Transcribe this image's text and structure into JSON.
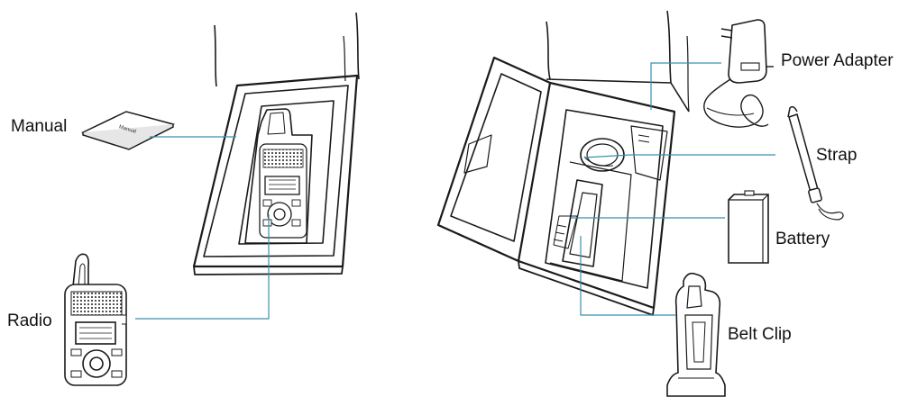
{
  "labels": {
    "manual": "Manual",
    "radio": "Radio",
    "power_adapter": "Power Adapter",
    "strap": "Strap",
    "battery": "Battery",
    "belt_clip": "Belt Clip"
  },
  "manual_cover_text": "Manual",
  "colors": {
    "ink": "#1a1a1a",
    "leader_line": "#3a8fb0",
    "background": "#ffffff",
    "box_shadow": "#d8d8d8"
  }
}
